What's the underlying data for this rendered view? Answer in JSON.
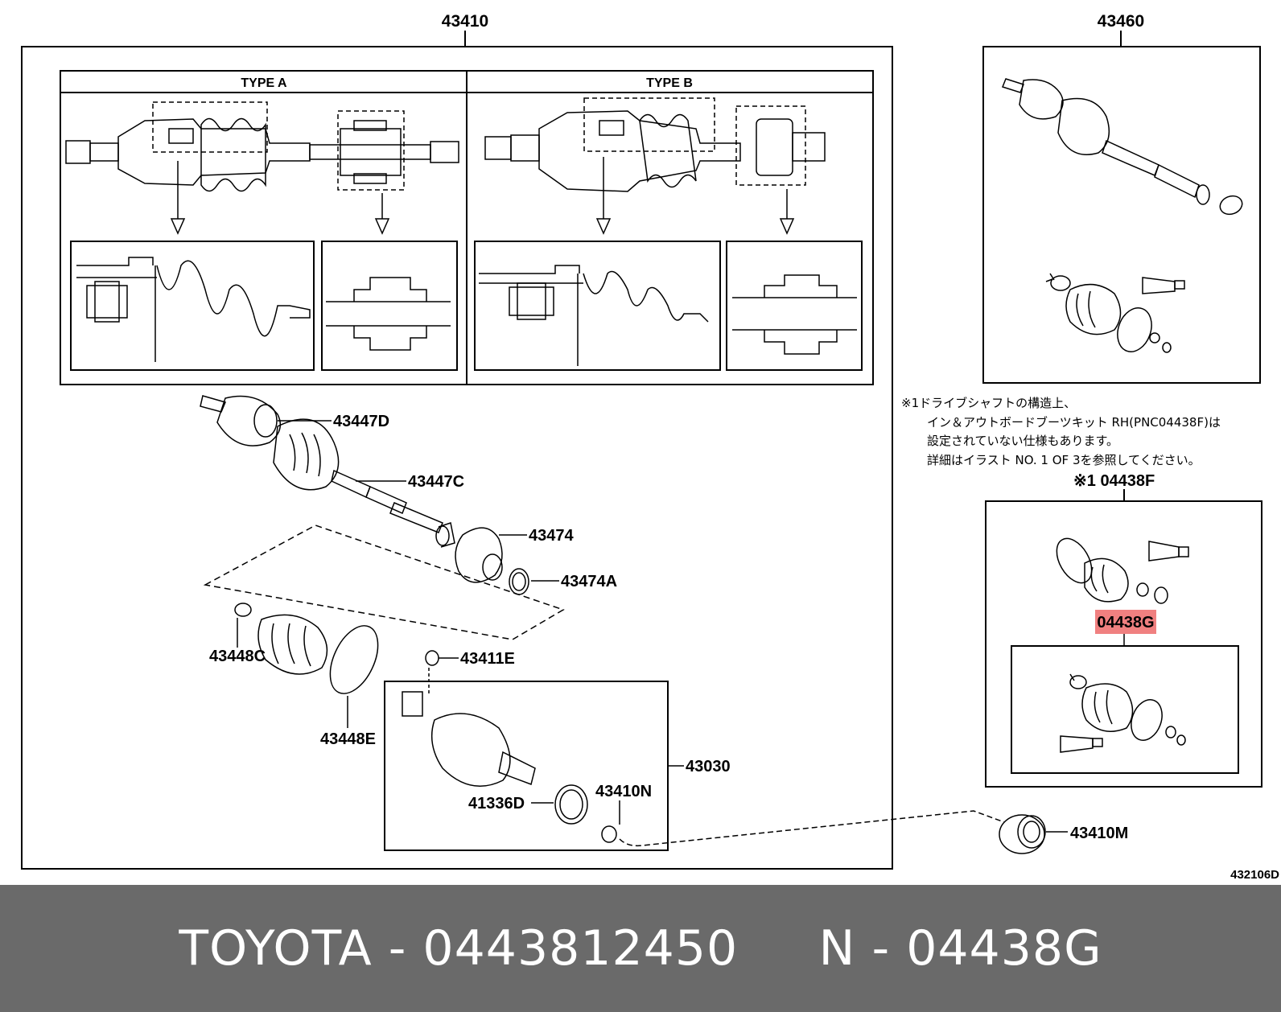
{
  "assembly_labels": {
    "main_assembly": "43410",
    "rh_assembly": "43460",
    "type_a": "TYPE A",
    "type_b": "TYPE B"
  },
  "part_labels": {
    "p43447D": "43447D",
    "p43447C": "43447C",
    "p43474": "43474",
    "p43474A": "43474A",
    "p43448C": "43448C",
    "p43448E": "43448E",
    "p43411E": "43411E",
    "p43030": "43030",
    "p41336D": "41336D",
    "p43410N": "43410N",
    "p43410M": "43410M",
    "p04438F": "※1 04438F",
    "p04438G": "04438G"
  },
  "note_lines": [
    "※1ドライブシャフトの構造上、",
    "イン＆アウトボードブーツキット RH(PNC04438F)は",
    "設定されていない仕様もあります。",
    "詳細はイラスト NO. 1 OF 3を参照してください。"
  ],
  "diagram_id": "432106D",
  "highlight_color": "#f08080",
  "footer": {
    "text": "TOYOTA - 0443812450     N - 04438G"
  }
}
